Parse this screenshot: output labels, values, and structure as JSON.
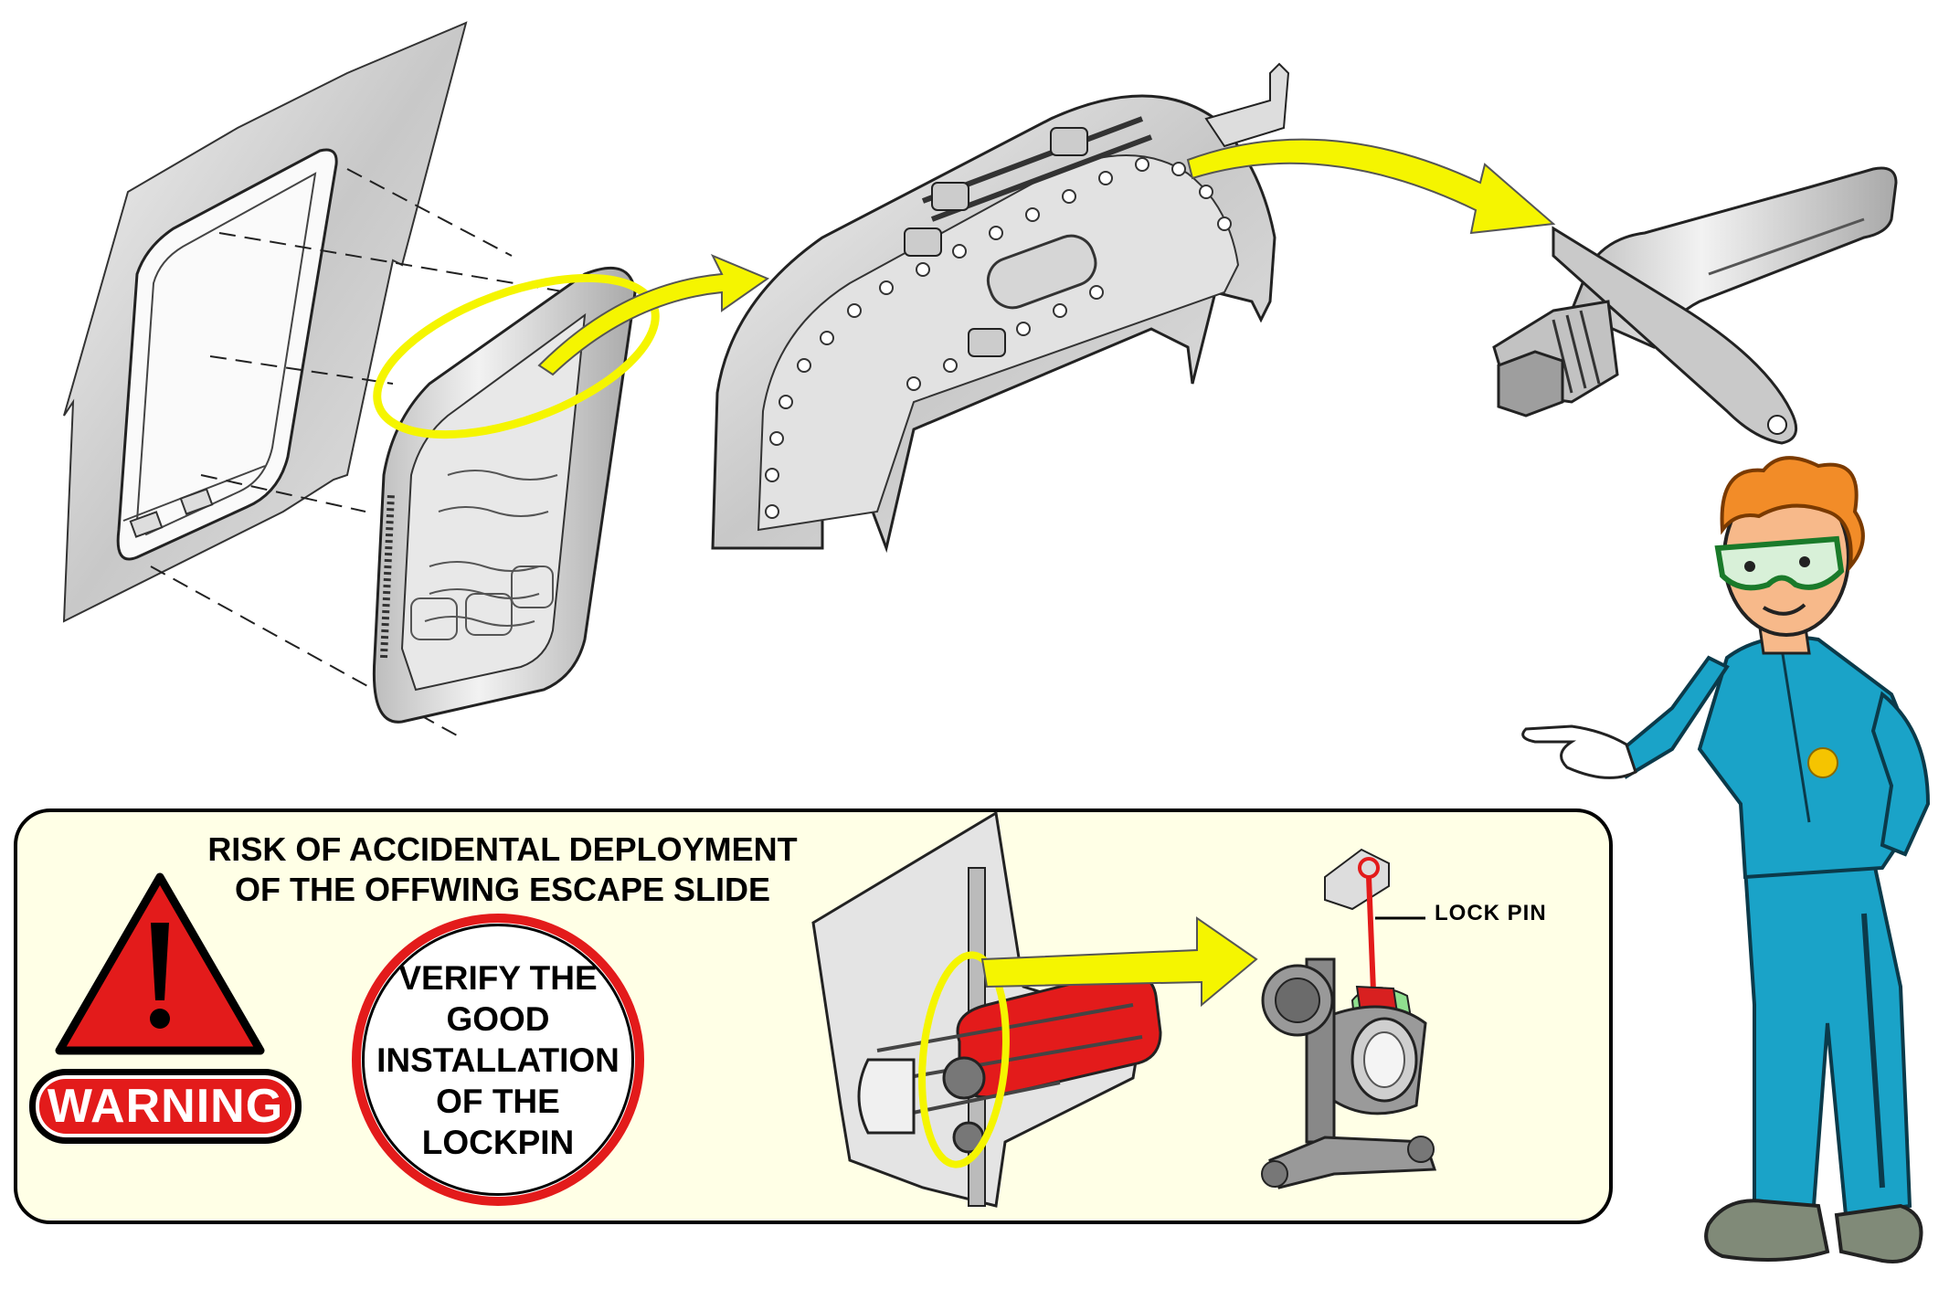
{
  "warning_panel": {
    "title_line1": "RISK OF ACCIDENTAL DEPLOYMENT",
    "title_line2": "OF THE OFFWING ESCAPE SLIDE",
    "badge_label": "WARNING",
    "verify_text": "VERIFY THE\nGOOD\nINSTALLATION\nOF THE\nLOCKPIN"
  },
  "callouts": {
    "lock_pin_label": "LOCK PIN"
  },
  "colors": {
    "warning_red": "#e31b1b",
    "highlight_yellow": "#f5f500",
    "panel_background": "#ffffe6",
    "coverall_blue": "#1aa3c8"
  }
}
